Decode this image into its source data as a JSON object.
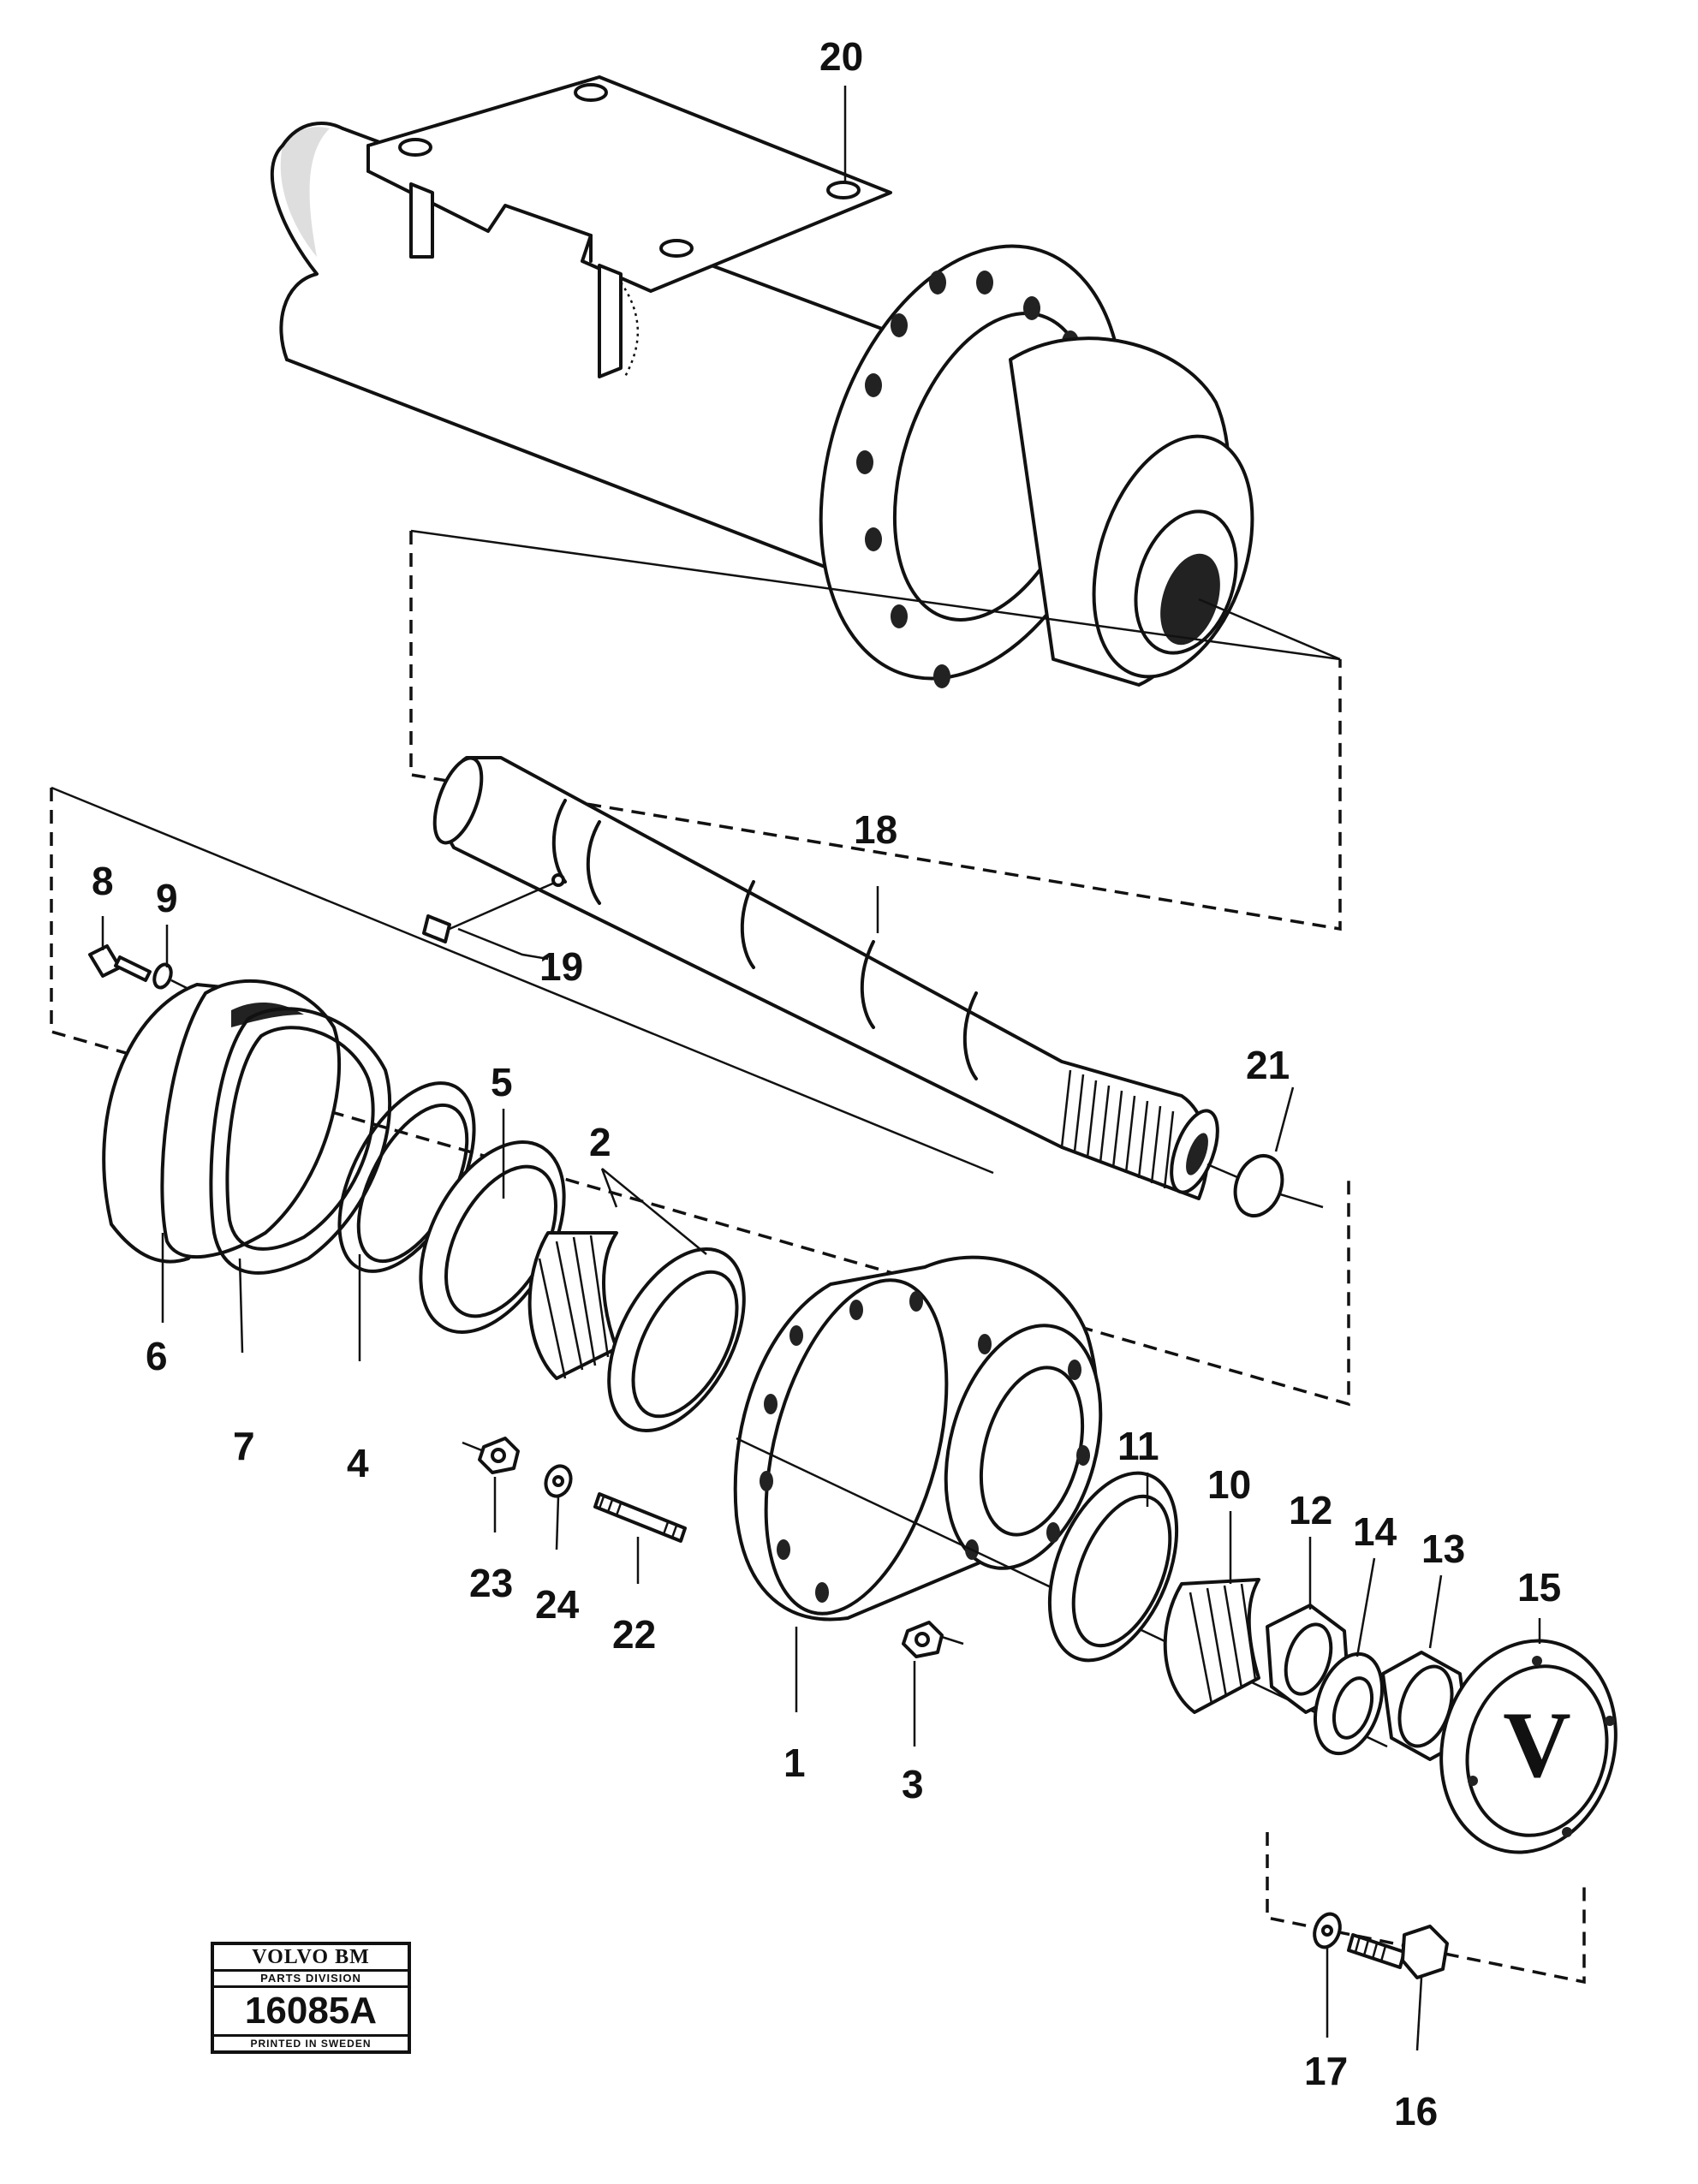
{
  "diagram": {
    "callouts": [
      {
        "id": "c1",
        "text": "1"
      },
      {
        "id": "c2",
        "text": "2"
      },
      {
        "id": "c3",
        "text": "3"
      },
      {
        "id": "c4",
        "text": "4"
      },
      {
        "id": "c5",
        "text": "5"
      },
      {
        "id": "c6",
        "text": "6"
      },
      {
        "id": "c7",
        "text": "7"
      },
      {
        "id": "c8",
        "text": "8"
      },
      {
        "id": "c9",
        "text": "9"
      },
      {
        "id": "c10",
        "text": "10"
      },
      {
        "id": "c11",
        "text": "11"
      },
      {
        "id": "c12",
        "text": "12"
      },
      {
        "id": "c13",
        "text": "13"
      },
      {
        "id": "c14",
        "text": "14"
      },
      {
        "id": "c15",
        "text": "15"
      },
      {
        "id": "c16",
        "text": "16"
      },
      {
        "id": "c17",
        "text": "17"
      },
      {
        "id": "c18",
        "text": "18"
      },
      {
        "id": "c19",
        "text": "19"
      },
      {
        "id": "c20",
        "text": "20"
      },
      {
        "id": "c21",
        "text": "21"
      },
      {
        "id": "c22",
        "text": "22"
      },
      {
        "id": "c23",
        "text": "23"
      },
      {
        "id": "c24",
        "text": "24"
      }
    ],
    "hub_cap_logo": "V"
  },
  "stamp": {
    "brand": "VOLVO BM",
    "division": "PARTS DIVISION",
    "code": "16085A",
    "printed": "PRINTED IN SWEDEN"
  }
}
